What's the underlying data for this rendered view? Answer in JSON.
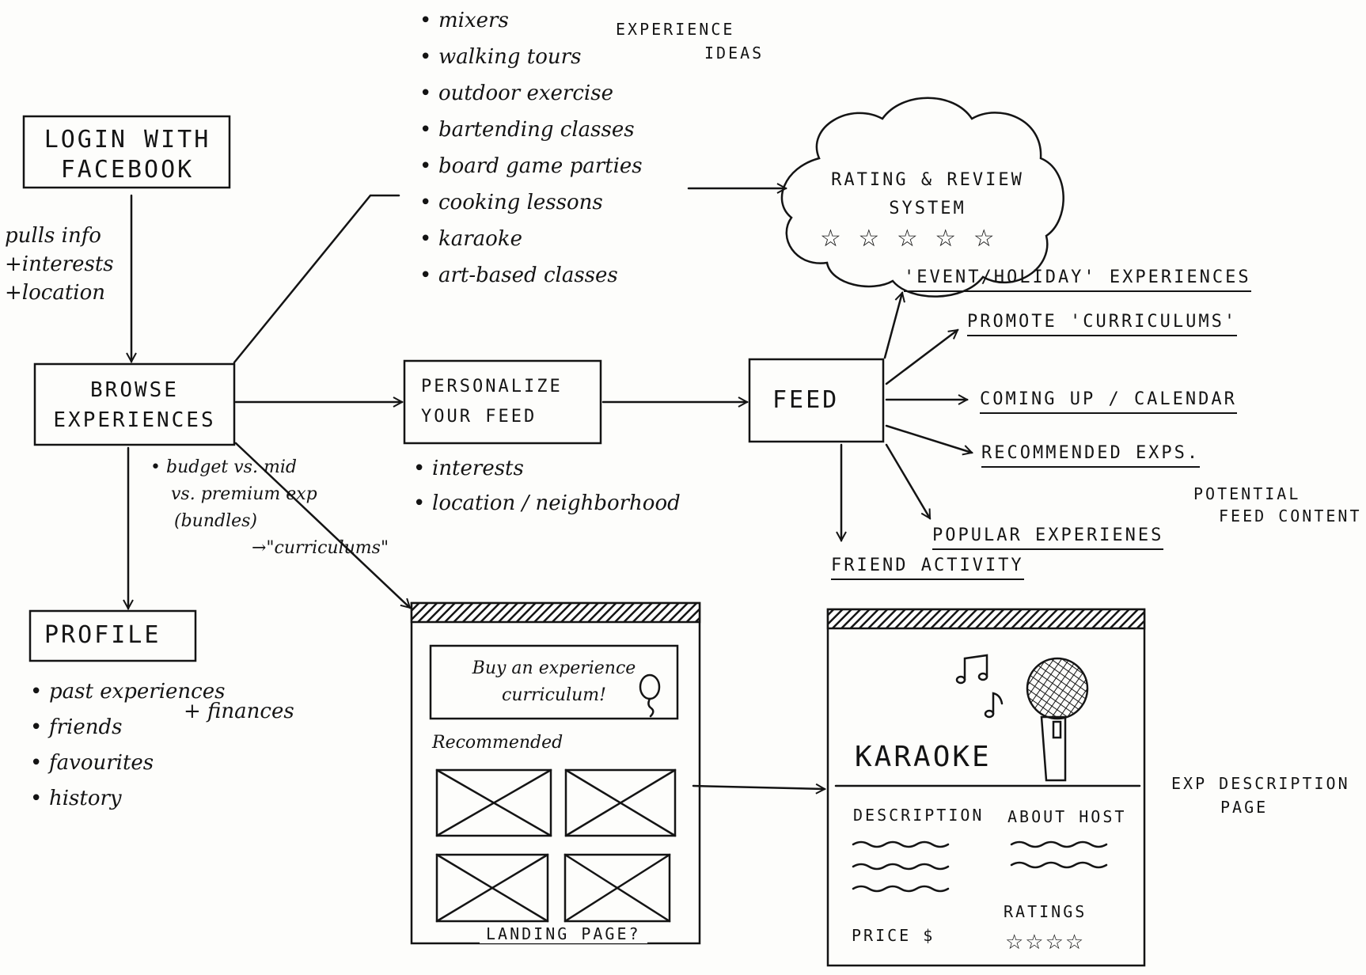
{
  "boxes": {
    "login": [
      "LOGIN WITH",
      "FACEBOOK"
    ],
    "browse": [
      "BROWSE",
      "EXPERIENCES"
    ],
    "personalize": [
      "PERSONALIZE",
      "YOUR FEED"
    ],
    "feed": "FEED",
    "profile": "PROFILE"
  },
  "login_note": [
    "pulls info",
    "+interests",
    "+location"
  ],
  "experience_ideas": {
    "heading": [
      "EXPERIENCE",
      "IDEAS"
    ],
    "items": [
      "mixers",
      "walking tours",
      "outdoor exercise",
      "bartending classes",
      "board game parties",
      "cooking lessons",
      "karaoke",
      "art-based classes"
    ]
  },
  "rating_cloud": {
    "lines": [
      "RATING & REVIEW",
      "SYSTEM"
    ],
    "stars": "☆ ☆ ☆ ☆ ☆"
  },
  "browse_note": {
    "line1": "budget vs. mid",
    "line2": "vs. premium exp",
    "line3": "(bundles)",
    "line4": "→\"curriculums\""
  },
  "personalize_bullets": [
    "interests",
    "location / neighborhood"
  ],
  "profile_bullets": [
    "past experiences",
    "friends",
    "favourites",
    "history"
  ],
  "profile_extra": "+ finances",
  "feed_content": {
    "event_holiday": "'EVENT/HOLIDAY' EXPERIENCES",
    "promote": "PROMOTE 'CURRICULUMS'",
    "coming_up": "COMING UP / CALENDAR",
    "recommended": "RECOMMENDED EXPS.",
    "popular": "POPULAR EXPERIENES",
    "friend_activity": "FRIEND ACTIVITY",
    "caption": [
      "POTENTIAL",
      "FEED CONTENT"
    ]
  },
  "landing_page": {
    "banner": [
      "Buy an experience",
      "curriculum!"
    ],
    "recommended": "Recommended",
    "caption": "LANDING PAGE?"
  },
  "exp_page": {
    "title": "KARAOKE",
    "description": "DESCRIPTION",
    "about_host": "ABOUT HOST",
    "ratings": "RATINGS",
    "ratings_stars": "☆☆☆☆",
    "price": "PRICE $",
    "caption": [
      "EXP DESCRIPTION",
      "PAGE"
    ]
  }
}
